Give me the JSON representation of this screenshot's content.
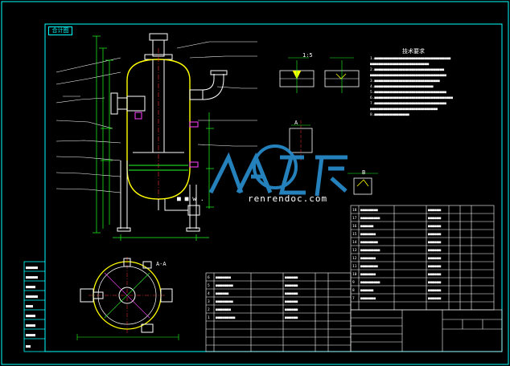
{
  "title_stamp": "合计图",
  "watermark": {
    "brand": "人人文库",
    "url": "renrendoc.com",
    "dots": "■ ■ w ."
  },
  "notes_title": "技术要求",
  "labels": {
    "part_a": "A",
    "part_b": "B",
    "scale_note": "1:5",
    "section_label": "A-A"
  },
  "colors": {
    "frame": "#00ffff",
    "line": "#ffffff",
    "dim": "#22ff22",
    "shell": "#ffff00",
    "red": "#ff3030",
    "magenta": "#ff40ff",
    "watermark": "#2a8fd0"
  }
}
